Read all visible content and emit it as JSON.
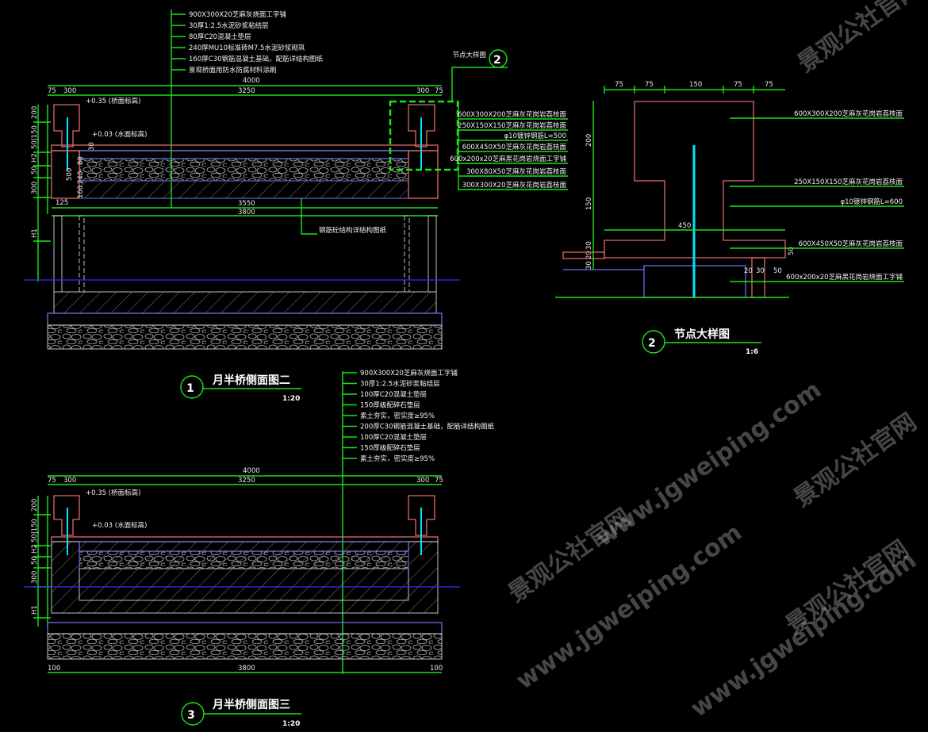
{
  "colors": {
    "background": "#000000",
    "dimension": "#19e619",
    "outline": "#e06a6a",
    "water": "#3030ff",
    "rebar": "#00e5ff"
  },
  "watermark": {
    "url": "www.jgweiping.com",
    "name": "景观公社官网"
  },
  "section1": {
    "title": "月半桥侧面图二",
    "number": "1",
    "scale": "1:20",
    "callout": {
      "number": "2",
      "label": "节点大样图"
    },
    "dims_top": {
      "total": "4000",
      "d1": "75",
      "d2": "300",
      "d3": "3250",
      "d4": "300",
      "d5": "75"
    },
    "dims_left": [
      "200",
      "50|150",
      "H2",
      "50",
      "300",
      "H1"
    ],
    "dims_inner": {
      "a": "80",
      "b": "240",
      "c": "160",
      "d": "500",
      "e": "30",
      "f": "75",
      "g": "125",
      "span1": "3550",
      "span2": "3800"
    },
    "elev_top": "+0.35 (桥面标高)",
    "elev_water": "+0.03 (水面标高)",
    "layers": [
      "900X300X20芝麻灰烧面工字铺",
      "30厚1:2.5水泥砂浆粘结层",
      "80厚C20混凝土垫层",
      "240厚MU10标准砖M7.5水泥砂浆砌筑",
      "160厚C30钢筋混凝土基础，配筋详结构图纸",
      "景观桥面用防水防腐材料涂刷"
    ],
    "callout_layers": [
      "600X300X200芝麻灰花岗岩荔枝面",
      "250X150X150芝麻灰花岗岩荔枝面",
      "φ10镀锌钢筋L=500",
      "600X450X50芝麻灰花岗岩荔枝面",
      "600x200x20芝麻黑花岗岩烧面工字铺",
      "300X80X50芝麻灰花岗岩荔枝面",
      "300X300X20芝麻灰花岗岩荔枝面"
    ],
    "structure_note": "钢筋砼结构详结构图纸"
  },
  "section2": {
    "title": "节点大样图",
    "number": "2",
    "scale": "1:6",
    "dims_top": [
      "75",
      "75",
      "150",
      "75",
      "75"
    ],
    "dims_left": [
      "200",
      "150",
      "30",
      "20",
      "30"
    ],
    "dim_width": "450",
    "dims_bottom": [
      "20",
      "30",
      "50"
    ],
    "dim_right": "50",
    "layers": [
      "600X300X200芝麻灰花岗岩荔枝面",
      "250X150X150芝麻灰花岗岩荔枝面",
      "φ10镀锌钢筋L=600",
      "600X450X50芝麻灰花岗岩荔枝面",
      "600x200x20芝麻黑花岗岩烧面工字铺"
    ]
  },
  "section3": {
    "title": "月半桥侧面图三",
    "number": "3",
    "scale": "1:20",
    "dims_top": {
      "total": "4000",
      "d1": "75",
      "d2": "300",
      "d3": "3250",
      "d4": "300",
      "d5": "75"
    },
    "dims_left": [
      "200",
      "50|150",
      "H2",
      "50",
      "300",
      "H1"
    ],
    "dims_bottom": {
      "left": "100",
      "span": "3800",
      "right": "100"
    },
    "elev_top": "+0.35 (桥面标高)",
    "elev_water": "+0.03 (水面标高)",
    "layers": [
      "900X300X20芝麻灰烧面工字铺",
      "30厚1:2.5水泥砂浆粘结层",
      "100厚C20混凝土垫层",
      "150厚级配碎石垫层",
      "素土夯实，密实度≥95%",
      "200厚C30钢筋混凝土基础，配筋详结构图纸",
      "100厚C20混凝土垫层",
      "150厚级配碎石垫层",
      "素土夯实，密实度≥95%"
    ]
  }
}
